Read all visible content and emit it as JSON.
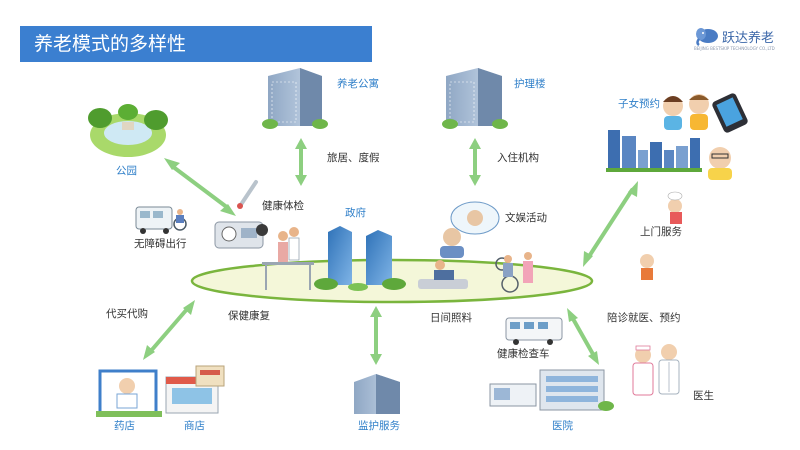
{
  "header": {
    "title": "养老模式的多样性"
  },
  "logo": {
    "name": "跃达养老",
    "subtitle": "BEIJING BESTSKIP TECHNOLOGY CO.,LTD"
  },
  "nodes": {
    "government": "政府",
    "elderly_apartment": "养老公寓",
    "nursing_building": "护理楼",
    "children_booking": "子女预约",
    "park": "公园",
    "barrier_free": "无障碍出行",
    "health_check": "健康体检",
    "recreation": "文娱活动",
    "home_service": "上门服务",
    "purchasing": "代买代购",
    "health_rehab": "保健康复",
    "day_care": "日间照料",
    "escort_booking": "陪诊就医、预约",
    "pharmacy": "药店",
    "shop": "商店",
    "monitoring": "监护服务",
    "checkup_vehicle": "健康检查车",
    "hospital": "医院",
    "doctor": "医生"
  },
  "edges": {
    "travel_vacation": "旅居、度假",
    "check_in": "入住机构"
  },
  "colors": {
    "title_bg": "#3b7fd0",
    "label_blue": "#2f7fc9",
    "arrow_green": "#8dcf80",
    "ellipse_fill": "#f4f7d9",
    "ellipse_stroke": "#7ab53d"
  }
}
